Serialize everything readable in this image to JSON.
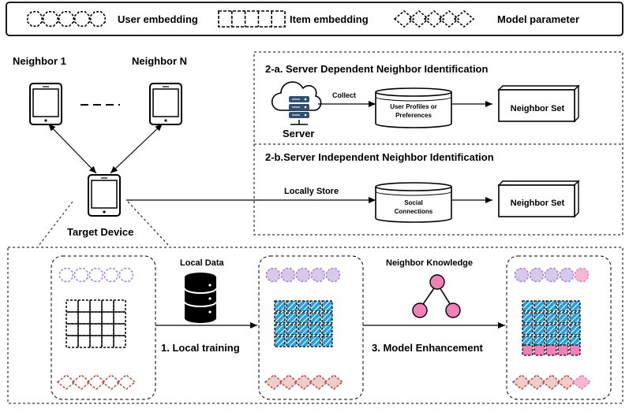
{
  "legend": {
    "user_embedding": "User embedding",
    "item_embedding": "Item embedding",
    "model_parameter": "Model parameter"
  },
  "top": {
    "neighbor_1": "Neighbor 1",
    "neighbor_n": "Neighbor N",
    "target_device": "Target Device"
  },
  "section_a": {
    "title": "2-a. Server Dependent Neighbor Identification",
    "server_label": "Server",
    "collect_label": "Collect",
    "profile_line1": "User Profiles or",
    "profile_line2": "Preferences",
    "neighbor_set": "Neighbor Set"
  },
  "section_b": {
    "title": "2-b.Server Independent Neighbor Identification",
    "store_label": "Locally Store",
    "social_line1": "Social",
    "social_line2": "Connections",
    "neighbor_set": "Neighbor Set"
  },
  "bottom": {
    "local_data": "Local Data",
    "neighbor_knowledge": "Neighbor Knowledge",
    "step1": "1. Local training",
    "step3": "3. Model Enhancement"
  },
  "colors": {
    "user_emb": "#a58bc7",
    "item_blue": "#2a9fd8",
    "param_red": "#b4534f",
    "pink": "#ee82b6",
    "pink_light": "#f5b8d2",
    "server_blue": "#33506e"
  }
}
